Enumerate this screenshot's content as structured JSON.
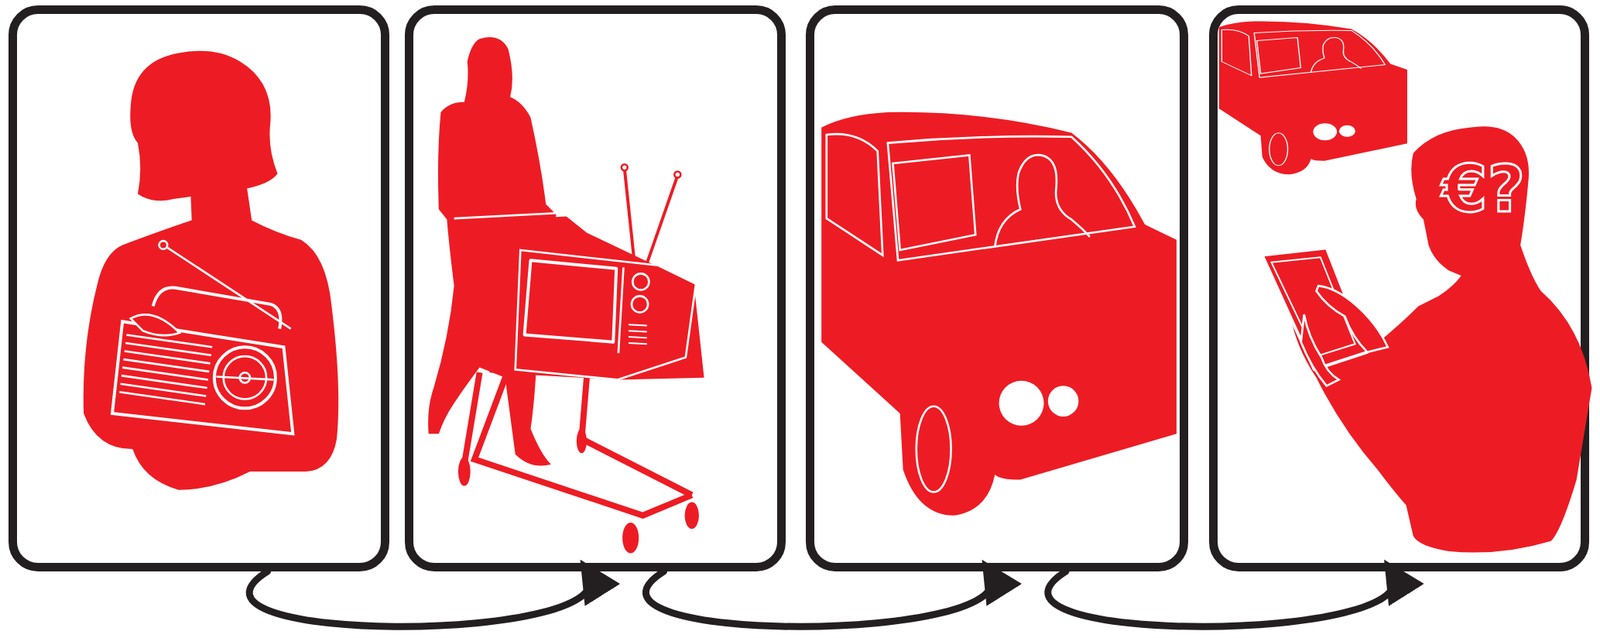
{
  "diagram": {
    "nodes": [
      {
        "text": []
      },
      {
        "text": []
      },
      {
        "text": []
      },
      {
        "text": [
          "€?"
        ]
      }
    ],
    "edges": [
      {
        "from": 0,
        "to": 1,
        "arrow": "to"
      },
      {
        "from": 1,
        "to": 2,
        "arrow": "to"
      },
      {
        "from": 2,
        "to": 3,
        "arrow": "to"
      }
    ]
  }
}
